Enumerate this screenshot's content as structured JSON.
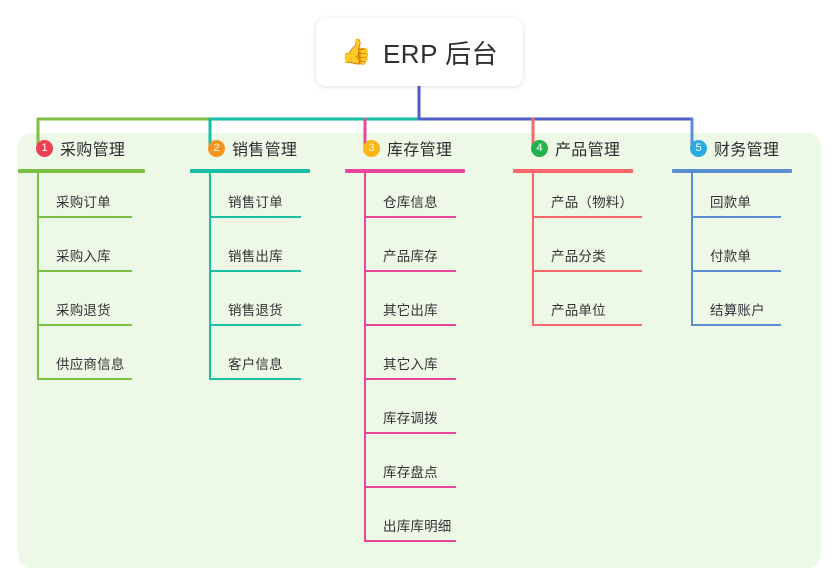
{
  "root": {
    "icon": "thumbs-up-icon",
    "emoji": "👍",
    "title": "ERP 后台"
  },
  "panel": {
    "background_color": "#eef8e7"
  },
  "connector": {
    "stem_color": "#4f5ec4",
    "segment_colors": [
      "#7cbf43",
      "#16bfa6",
      "#4f5ec4"
    ]
  },
  "columns": [
    {
      "index": "1",
      "badge_number": "1",
      "badge_color": "#ef4056",
      "line_color": "#7cbf43",
      "title": "采购管理",
      "items": [
        {
          "label": "采购订单"
        },
        {
          "label": "采购入库"
        },
        {
          "label": "采购退货"
        },
        {
          "label": "供应商信息"
        }
      ]
    },
    {
      "index": "2",
      "badge_number": "2",
      "badge_color": "#f7941e",
      "line_color": "#16bfa6",
      "title": "销售管理",
      "items": [
        {
          "label": "销售订单"
        },
        {
          "label": "销售出库"
        },
        {
          "label": "销售退货"
        },
        {
          "label": "客户信息"
        }
      ]
    },
    {
      "index": "3",
      "badge_number": "3",
      "badge_color": "#fbb614",
      "line_color": "#ea479c",
      "title": "库存管理",
      "items": [
        {
          "label": "仓库信息"
        },
        {
          "label": "产品库存"
        },
        {
          "label": "其它出库"
        },
        {
          "label": "其它入库"
        },
        {
          "label": "库存调拨"
        },
        {
          "label": "库存盘点"
        },
        {
          "label": "出库库明细"
        }
      ]
    },
    {
      "index": "4",
      "badge_number": "4",
      "badge_color": "#22b14c",
      "line_color": "#f9676b",
      "title": "产品管理",
      "items": [
        {
          "label": "产品（物料）"
        },
        {
          "label": "产品分类"
        },
        {
          "label": "产品单位"
        }
      ]
    },
    {
      "index": "5",
      "badge_number": "5",
      "badge_color": "#29abe2",
      "line_color": "#5b8fd4",
      "title": "财务管理",
      "items": [
        {
          "label": "回款单"
        },
        {
          "label": "付款单"
        },
        {
          "label": "结算账户"
        }
      ]
    }
  ]
}
